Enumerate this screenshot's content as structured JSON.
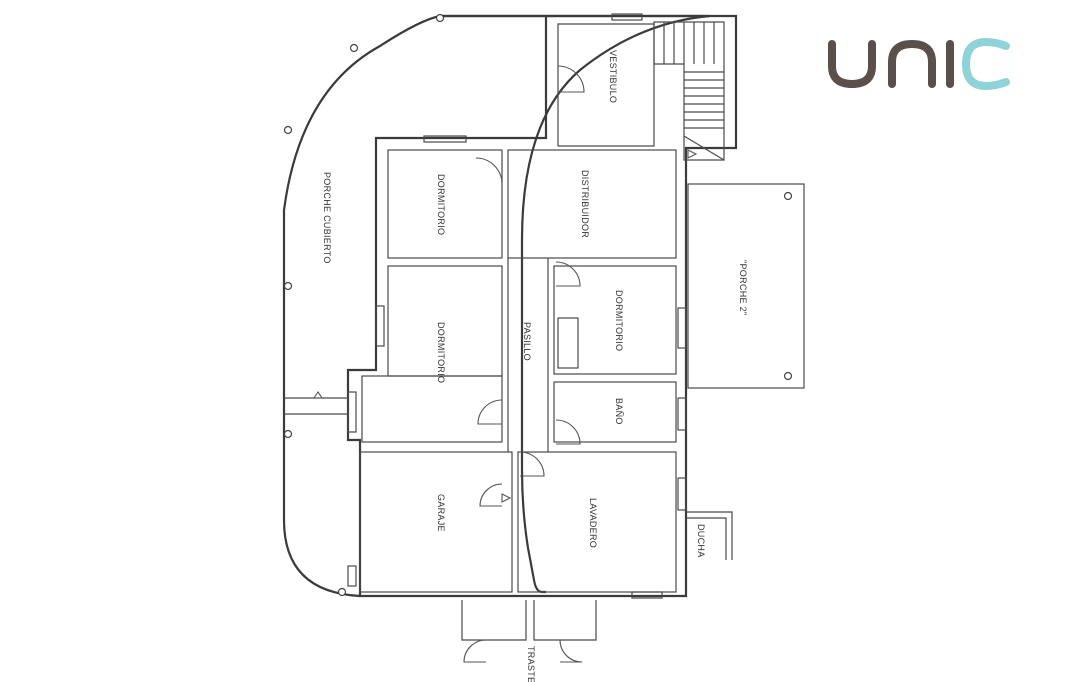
{
  "brand": {
    "name": "unic",
    "colors": {
      "dark": "#5b4f4c",
      "accent": "#8fd3d8"
    }
  },
  "plan": {
    "rooms": {
      "vestibulo": "VESTIBULO",
      "porche_cubierto": "PORCHE CUBIERTO",
      "dormitorio_1": "DORMITORIO",
      "distribuidor": "DISTRIBUIDOR",
      "dormitorio_2": "DORMITORIO",
      "pasillo": "PASILLO",
      "dormitorio_3": "DORMITORIO",
      "porche_2": "\"PORCHE 2\"",
      "bano": "BAÑO",
      "garaje": "GARAJE",
      "lavadero": "LAVADERO",
      "ducha": "DUCHA",
      "trastero": "TRASTE"
    }
  }
}
